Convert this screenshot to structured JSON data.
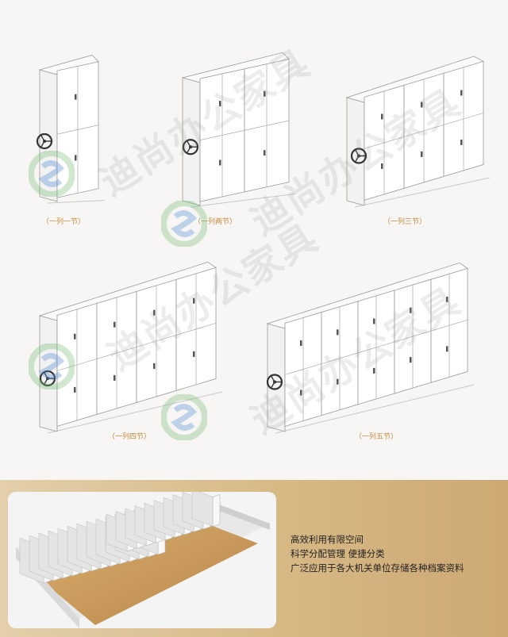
{
  "captions": [
    "（一列一节）",
    "（一列两节）",
    "（一列三节）",
    "（一列四节）",
    "（一列五节）"
  ],
  "watermark": "迪尚办公家具",
  "features": [
    "高效利用有限空间",
    "科学分配管理 便捷分类",
    "广泛应用于各大机关单位存储各种档案资料"
  ],
  "colors": {
    "caption": "#c48a3c",
    "gold_panel": "#d7b986",
    "floor_wood": "#c79a5b"
  }
}
